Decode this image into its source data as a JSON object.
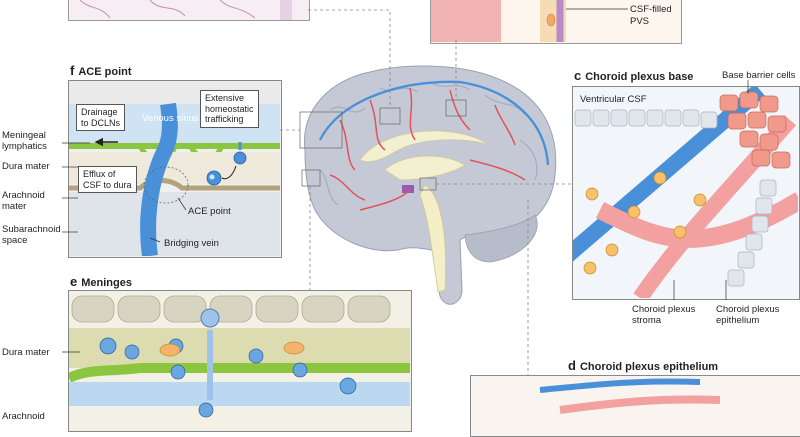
{
  "panels": {
    "f": {
      "letter": "f",
      "title": "ACE point"
    },
    "c": {
      "letter": "c",
      "title": "Choroid plexus base"
    },
    "e": {
      "letter": "e",
      "title": "Meninges"
    },
    "d": {
      "letter": "d",
      "title": "Choroid plexus epithelium"
    }
  },
  "labels": {
    "csf_filled": "CSF-filled",
    "pvs": "PVS",
    "drainage_1": "Drainage",
    "drainage_2": "to DCLNs",
    "venous_sinus": "Venous sinus",
    "extensive_1": "Extensive",
    "extensive_2": "homeostatic",
    "extensive_3": "trafficking",
    "meningeal_1": "Meningeal",
    "meningeal_2": "lymphatics",
    "dura_mater_f": "Dura mater",
    "efflux_1": "Efflux of",
    "efflux_2": "CSF to dura",
    "arachnoid_1": "Arachnoid",
    "arachnoid_2": "mater",
    "ace_point": "ACE point",
    "subarachnoid_1": "Subarachnoid",
    "subarachnoid_2": "space",
    "bridging_vein": "Bridging vein",
    "base_barrier": "Base barrier cells",
    "ventricular_csf": "Ventricular CSF",
    "cp_stroma_1": "Choroid plexus",
    "cp_stroma_2": "stroma",
    "cp_epi_1": "Choroid plexus",
    "cp_epi_2": "epithelium",
    "dura_mater_e": "Dura mater",
    "arachnoid_e": "Arachnoid"
  },
  "colors": {
    "artery": "#e0535a",
    "vein": "#4a90d9",
    "lymphatic": "#8cc63f",
    "dura": "#c9bfa3",
    "brain": "#c5c9d6",
    "cells": "#f19a8c"
  }
}
